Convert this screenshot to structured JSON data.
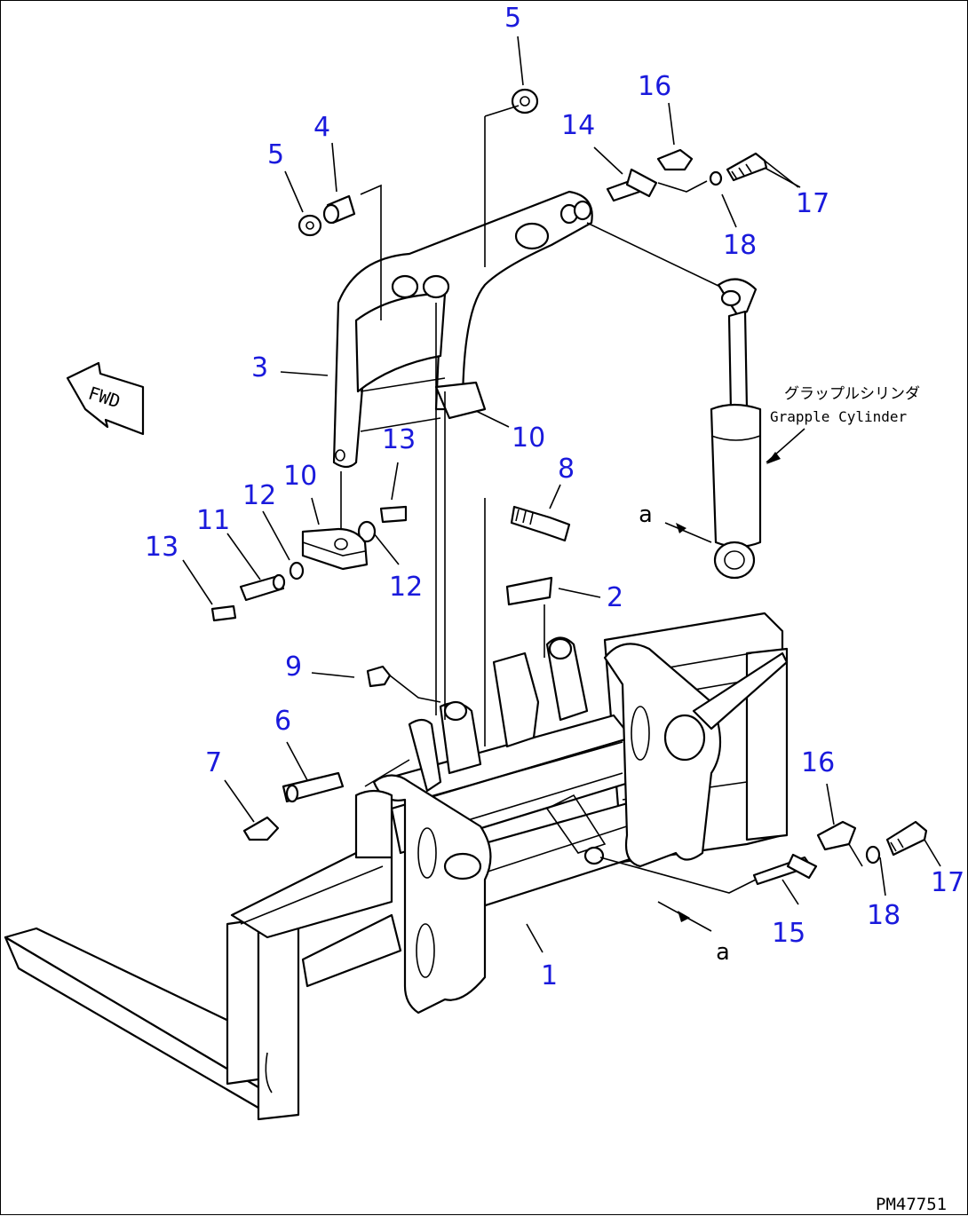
{
  "callouts": {
    "c5_top": "5",
    "c4": "4",
    "c5_left": "5",
    "c16_top": "16",
    "c14": "14",
    "c17_top": "17",
    "c18_top": "18",
    "c3": "3",
    "c10_right": "10",
    "c13_upper": "13",
    "c8": "8",
    "c10_left": "10",
    "c12_upper": "12",
    "c11": "11",
    "c13_lower": "13",
    "c12_lower": "12",
    "c2": "2",
    "c9": "9",
    "c6": "6",
    "c7": "7",
    "c16_bottom": "16",
    "c17_bottom": "17",
    "c18_bottom": "18",
    "c15": "15",
    "c1": "1"
  },
  "labels": {
    "cylinder_jp": "グラップルシリンダ",
    "cylinder_en": "Grapple Cylinder",
    "ref_a_upper": "a",
    "ref_a_lower": "a",
    "fwd": "FWD",
    "drawing_no": "PM47751"
  },
  "colors": {
    "callout": "#1a1adc",
    "line": "#000000",
    "background": "#ffffff"
  }
}
